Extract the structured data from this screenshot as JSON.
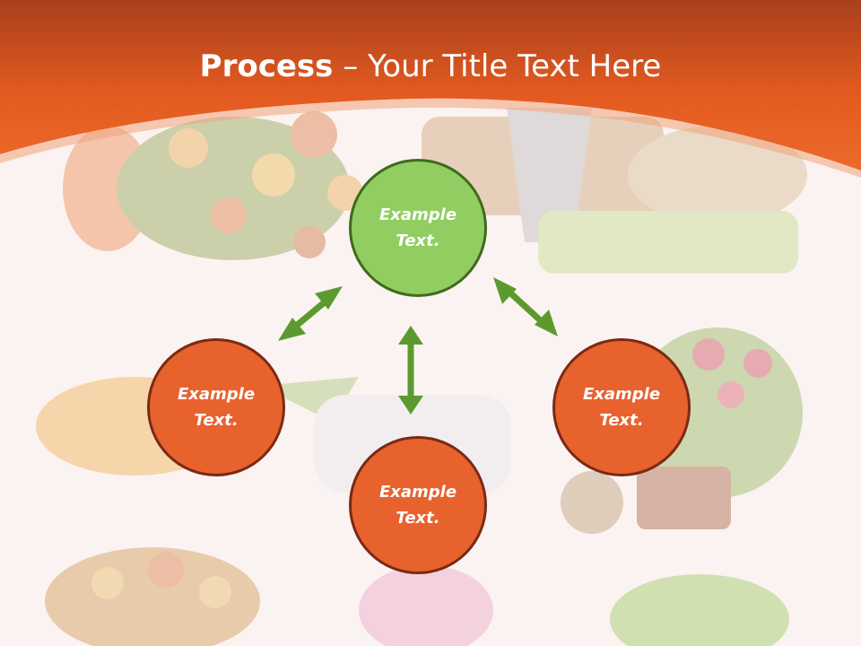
{
  "title": {
    "bold": "Process",
    "separator": " – ",
    "rest": "Your Title Text Here"
  },
  "nodes": {
    "center": "Example Text.",
    "left": "Example Text.",
    "bottom": "Example Text.",
    "right": "Example Text."
  },
  "colors": {
    "header": "#e0561f",
    "node_orange": "#e8622e",
    "node_green": "#92cd62",
    "arrow": "#5c9a2f"
  }
}
